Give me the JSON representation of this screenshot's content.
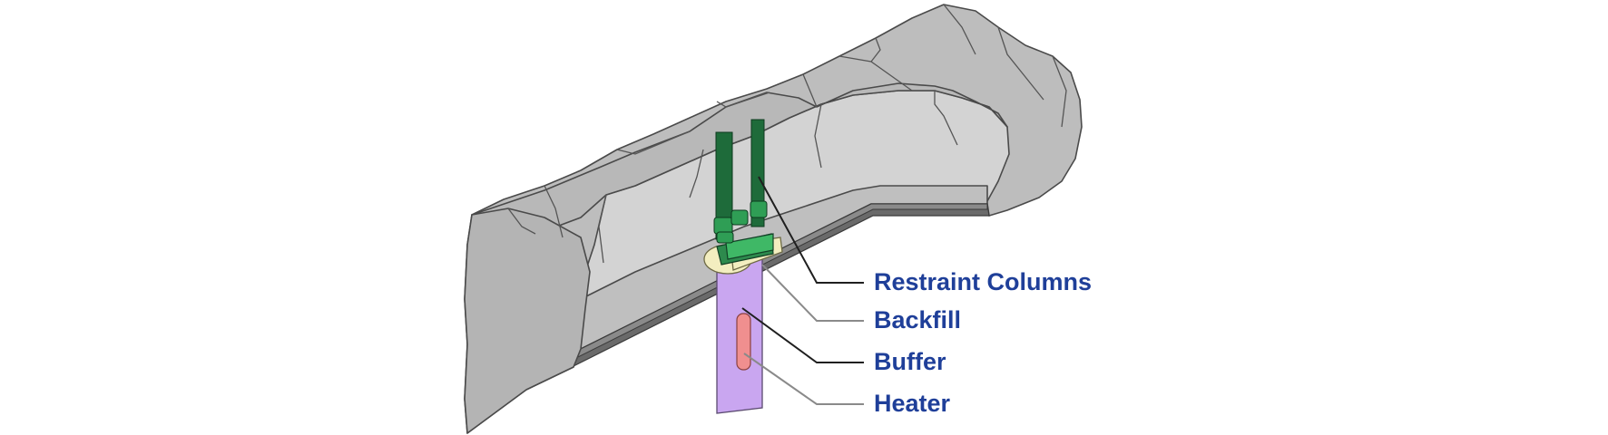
{
  "labels": {
    "restraint_columns": "Restraint Columns",
    "backfill": "Backfill",
    "buffer": "Buffer",
    "heater": "Heater"
  },
  "colors": {
    "label_text": "#1f3f99",
    "rock": "#bdbdbd",
    "rock_inner": "#d2d2d2",
    "floor_slab": "#6a6a6a",
    "restraint_columns": "#1e6b3a",
    "backfill": "#f3eec0",
    "buffer": "#c9a6f0",
    "heater": "#f08f8f"
  }
}
